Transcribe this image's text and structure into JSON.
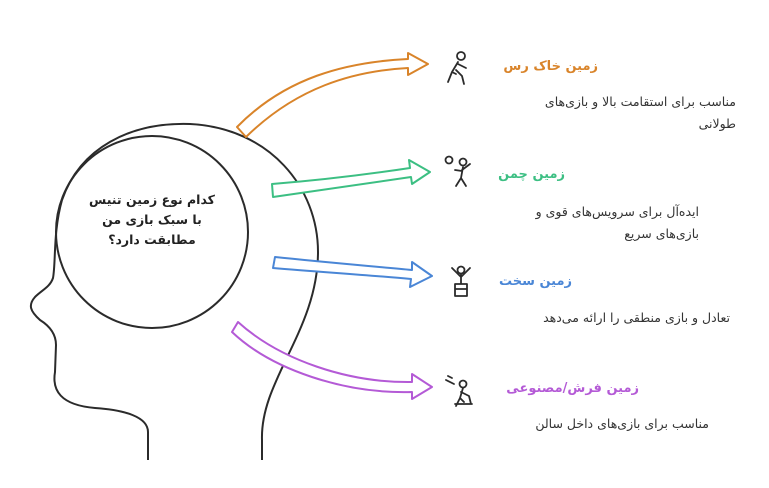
{
  "question": {
    "lines": [
      "کدام نوع زمین تنیس",
      "با سبک بازی من",
      "مطابقت دارد؟"
    ]
  },
  "options": [
    {
      "title": "زمین خاک رس",
      "color": "#d9842a",
      "icon": "runner-icon",
      "desc": [
        "مناسب برای استقامت بالا و بازی‌های",
        "طولانی"
      ]
    },
    {
      "title": "زمین چمن",
      "color": "#3cbf83",
      "icon": "serving-player-icon",
      "desc": [
        "ایده‌آل برای سرویس‌های قوی و",
        "بازی‌های سریع"
      ]
    },
    {
      "title": "زمین سخت",
      "color": "#4a86d6",
      "icon": "balanced-player-icon",
      "desc": [
        "تعادل و بازی منطقی را ارائه می‌دهد"
      ]
    },
    {
      "title": "زمین فرش/مصنوعی",
      "color": "#b45ad6",
      "icon": "indoor-player-icon",
      "desc": [
        "مناسب برای بازی‌های داخل سالن"
      ]
    }
  ]
}
